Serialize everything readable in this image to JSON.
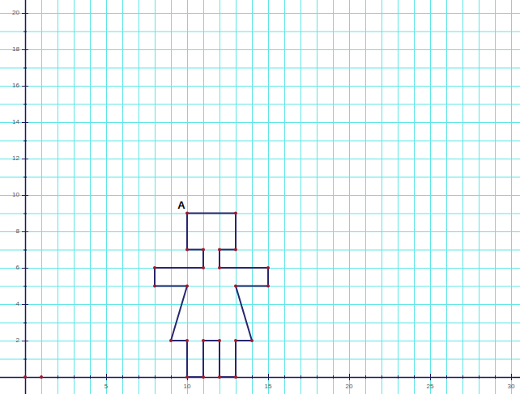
{
  "diagram": {
    "labels": [
      "A",
      "2",
      "4",
      "6",
      "8",
      "10",
      "12",
      "14",
      "16",
      "18",
      "20",
      "5",
      "10",
      "15",
      "20",
      "25",
      "30"
    ]
  }
}
